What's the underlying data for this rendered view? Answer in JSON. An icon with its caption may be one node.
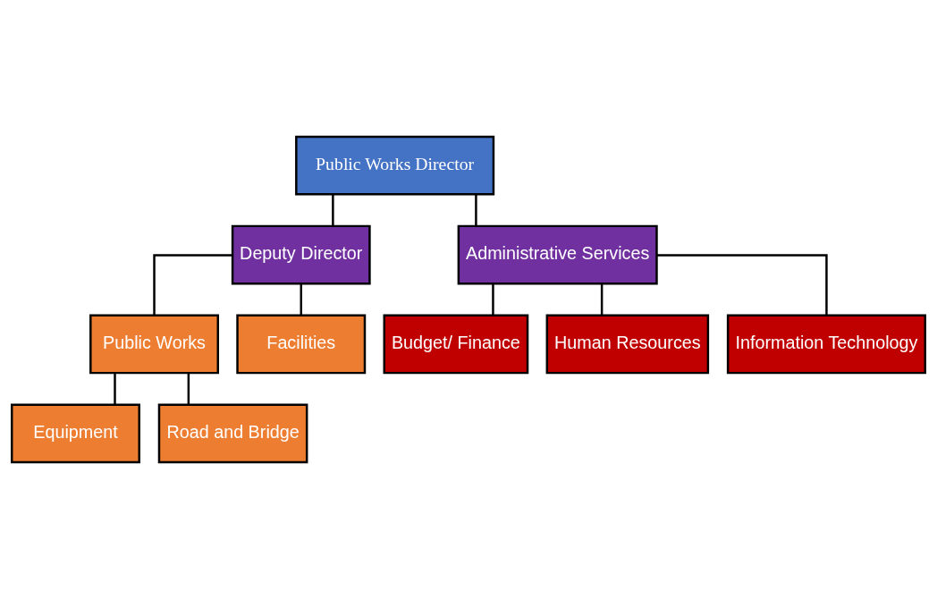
{
  "diagram": {
    "nodes": [
      {
        "text": [
          "Public Works Director"
        ]
      },
      {
        "text": [
          "Deputy Director"
        ]
      },
      {
        "text": [
          "Administrative Services"
        ]
      },
      {
        "text": [
          "Public Works"
        ]
      },
      {
        "text": [
          "Facilities"
        ]
      },
      {
        "text": [
          "Equipment"
        ]
      },
      {
        "text": [
          "Road and Bridge"
        ]
      },
      {
        "text": [
          "Budget/ Finance"
        ]
      },
      {
        "text": [
          "Human Resources"
        ]
      },
      {
        "text": [
          "Information Technology"
        ]
      }
    ],
    "edges": [
      {
        "from": 0,
        "to": 1,
        "arrow": "none"
      },
      {
        "from": 0,
        "to": 2,
        "arrow": "none"
      },
      {
        "from": 1,
        "to": 3,
        "arrow": "none"
      },
      {
        "from": 1,
        "to": 4,
        "arrow": "none"
      },
      {
        "from": 3,
        "to": 5,
        "arrow": "none"
      },
      {
        "from": 3,
        "to": 6,
        "arrow": "none"
      },
      {
        "from": 2,
        "to": 7,
        "arrow": "none"
      },
      {
        "from": 2,
        "to": 8,
        "arrow": "none"
      },
      {
        "from": 2,
        "to": 9,
        "arrow": "none"
      }
    ]
  }
}
